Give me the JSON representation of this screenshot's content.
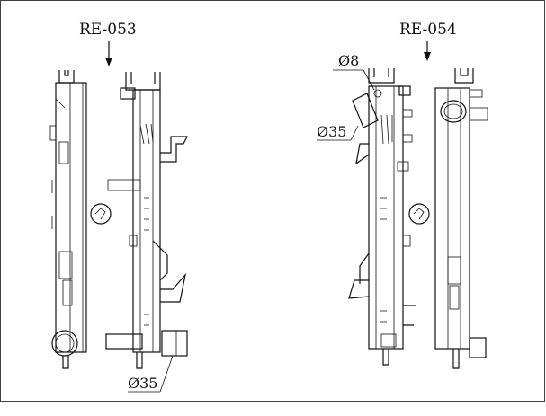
{
  "drawings": [
    {
      "model": "RE-053",
      "callouts": [
        "Ø35"
      ]
    },
    {
      "model": "RE-054",
      "callouts": [
        "Ø8",
        "Ø35"
      ]
    }
  ]
}
